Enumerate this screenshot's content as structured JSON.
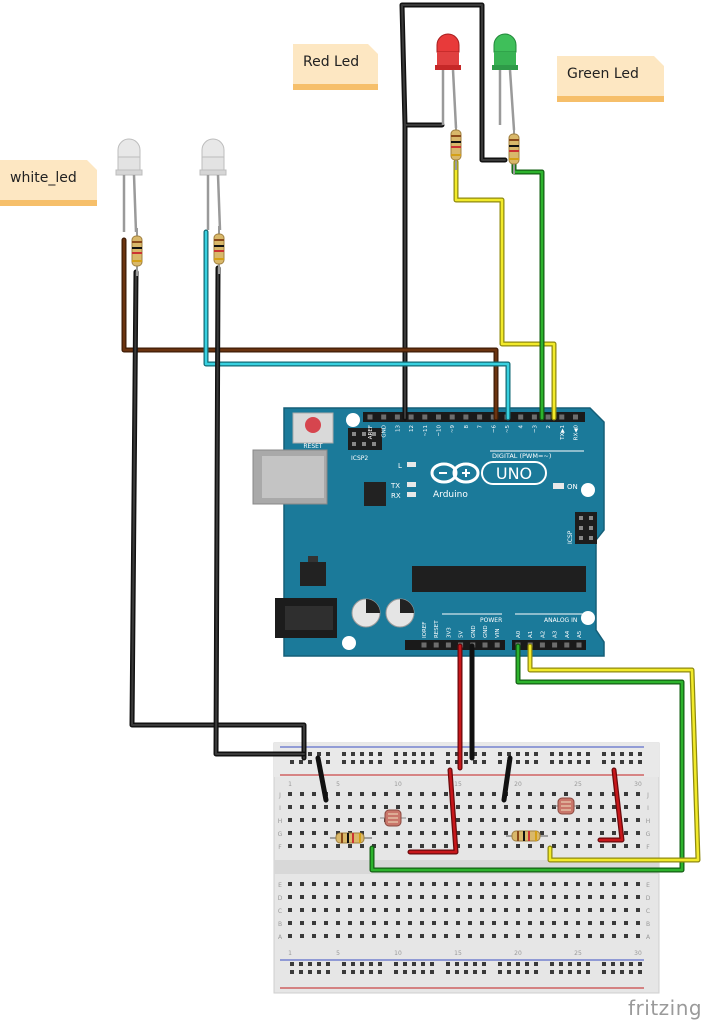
{
  "notes": {
    "white_led": "white_led",
    "red_led": "Red Led",
    "green_led": "Green Led"
  },
  "board": {
    "uno_label": "UNO",
    "brand": "Arduino",
    "reset_label": "RESET",
    "icsp2_label": "ICSP2",
    "icsp_label": "ICSP",
    "on_label": "ON",
    "l_label": "L",
    "tx_label": "TX",
    "rx_label": "RX",
    "digital_label": "DIGITAL (PWM=~)",
    "power_label": "POWER",
    "analog_label": "ANALOG IN",
    "digital_pins": [
      "AREF",
      "GND",
      "13",
      "12",
      "~11",
      "~10",
      "~9",
      "8",
      "7",
      "~6",
      "~5",
      "4",
      "~3",
      "2",
      "TX▶1",
      "RX◀0"
    ],
    "power_pins": [
      "IOREF",
      "RESET",
      "3V3",
      "5V",
      "GND",
      "GND",
      "VIN"
    ],
    "analog_pins": [
      "A0",
      "A1",
      "A2",
      "A3",
      "A4",
      "A5"
    ]
  },
  "breadboard": {
    "col_numbers": [
      "1",
      "5",
      "10",
      "15",
      "20",
      "25",
      "30"
    ],
    "row_letters_top": [
      "J",
      "I",
      "H",
      "G",
      "F"
    ],
    "row_letters_bottom": [
      "E",
      "D",
      "C",
      "B",
      "A"
    ]
  },
  "watermark": "fritzing",
  "colors": {
    "board": "#1b7a9a",
    "wire_black": "#222222",
    "wire_brown": "#6b3410",
    "wire_cyan": "#38d1e0",
    "wire_yellow": "#f2ea2a",
    "wire_green": "#2db32d",
    "wire_red": "#c8171b",
    "led_red": "#e83a3a",
    "led_green": "#3fbf5a",
    "led_white": "#e8e8e8"
  }
}
